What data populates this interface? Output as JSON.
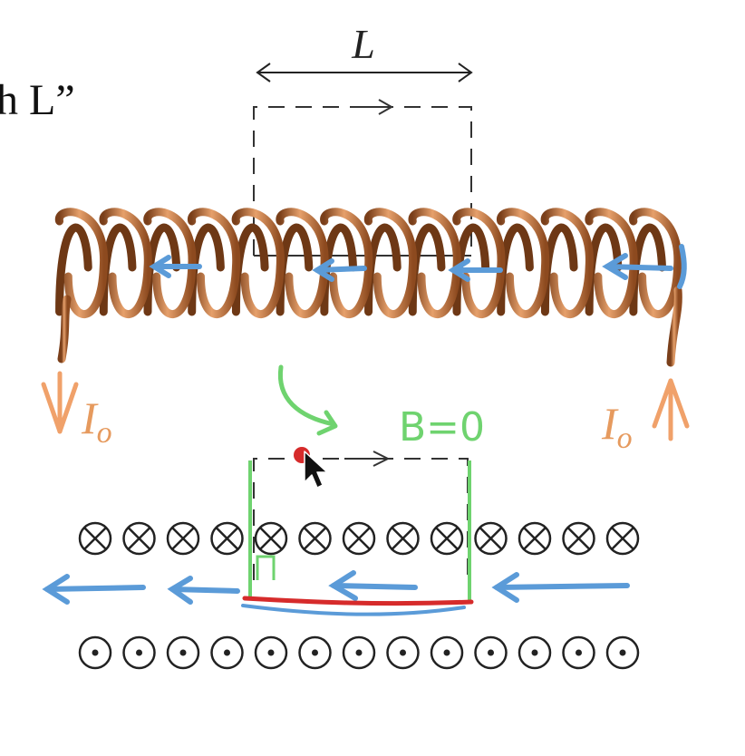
{
  "page": {
    "title_fragment": "h L”"
  },
  "labels": {
    "length_label": "L",
    "current_left": {
      "symbol": "I",
      "subscript": "o"
    },
    "current_right": {
      "symbol": "I",
      "subscript": "o"
    },
    "field_annotation": "B=0"
  },
  "conductors": {
    "top_row_symbol": "into-page-cross",
    "top_row_count": 13,
    "bottom_row_symbol": "out-of-page-dot",
    "bottom_row_count": 13
  },
  "coil": {
    "turns": 14
  },
  "colors": {
    "background": "#ffffff",
    "copper": "#b36a36",
    "copper_light": "#e6a06b",
    "current_arrow": "#f0a16a",
    "dashed_loop": "#333333",
    "annotation_blue": "#5b9bd8",
    "annotation_green": "#6fd36f",
    "annotation_red": "#d62b2b",
    "symbol_stroke": "#222222"
  }
}
